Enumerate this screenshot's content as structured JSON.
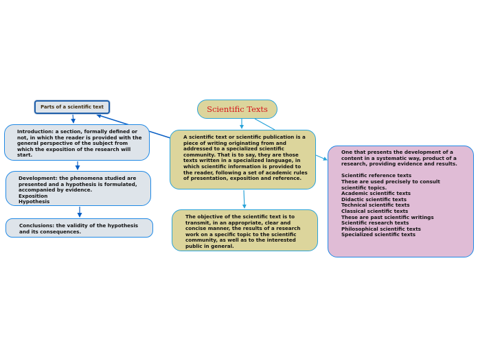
{
  "colors": {
    "root_fill": "#dcd59c",
    "root_border": "#29a3d9",
    "root_text": "#d4141b",
    "main_fill": "#dcd59c",
    "main_border": "#29a3d9",
    "types_fill": "#e0bcd6",
    "types_border": "#1e88e5",
    "parts_fill": "#dee4ea",
    "parts_border": "#1f5faa",
    "left_fill": "#dee4ea",
    "left_border": "#1e88e5",
    "connector_light": "#29a3d9",
    "connector_dark": "#0a5fc4"
  },
  "mindmap": {
    "root": {
      "title": "Scientific Texts"
    },
    "definition": {
      "text": "A scientific text or scientific publication is a piece of writing originating from and addressed to a specialized scientific community. That is to say, they are those texts written in a specialized language, in which scientific information is provided to the reader, following a set of academic rules of presentation, exposition and reference."
    },
    "objective": {
      "text": "The objective of the scientific text is to transmit, in an appropriate, clear and concise manner, the results of a research work on a specific topic to the scientific community, as well as to the interested public in general."
    },
    "types": {
      "text": "One that presents the development of a content in a systematic way, product of a research, providing evidence and results.\n\nScientific reference texts\nThese are used precisely to consult scientific topics.\nAcademic scientific texts\nDidactic scientific texts\nTechnical scientific texts\nClassical scientific texts\nThese are past scientific writings\nScientific research texts\nPhilosophical scientific texts\nSpecialized scientific texts"
    },
    "parts": {
      "title": "Parts of a scientific text"
    },
    "introduction": {
      "text": "Introduction: a section, formally defined or not, in which the reader is provided with the general perspective of the subject from which the exposition of the research will start."
    },
    "development": {
      "text": "Development: the phenomena studied are presented and a hypothesis is formulated, accompanied by evidence.\nExposition\nHypothesis"
    },
    "conclusions": {
      "text": "Conclusions: the validity of the hypothesis and its consequences."
    }
  }
}
